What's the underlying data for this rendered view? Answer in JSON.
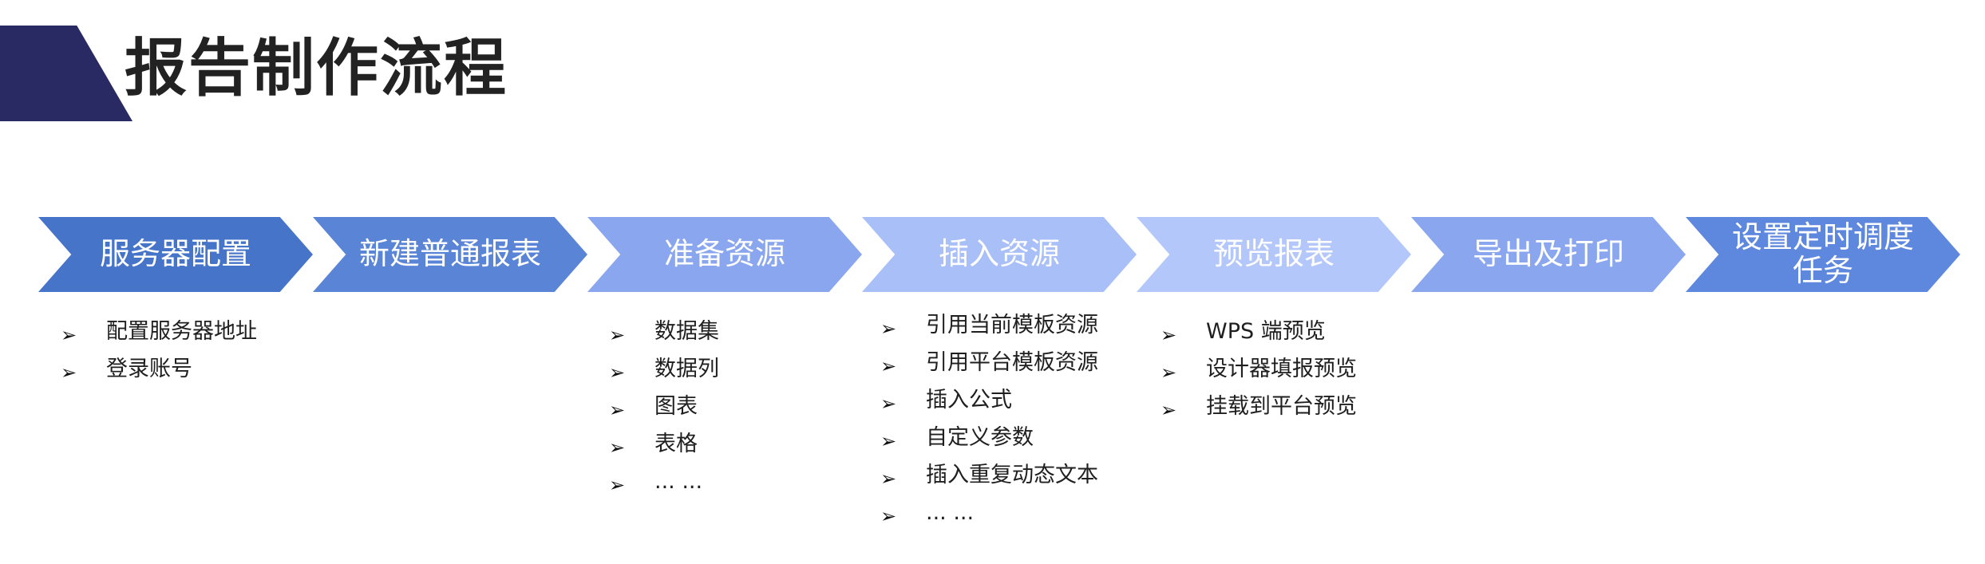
{
  "header": {
    "title": "报告制作流程"
  },
  "colors": {
    "title_block": "#292963",
    "step_1": "#4674c8",
    "step_2": "#5a84d6",
    "step_3": "#89a6ee",
    "step_4": "#a9bff8",
    "step_5": "#b3c7fb",
    "step_6": "#8aa6ee",
    "step_7": "#5e88de"
  },
  "steps": [
    {
      "label": "服务器配置",
      "items": [
        "配置服务器地址",
        "登录账号"
      ]
    },
    {
      "label": "新建普通报表",
      "items": []
    },
    {
      "label": "准备资源",
      "items": [
        "数据集",
        "数据列",
        "图表",
        "表格",
        "... ..."
      ]
    },
    {
      "label": "插入资源",
      "items": [
        "引用当前模板资源",
        "引用平台模板资源",
        "插入公式",
        "自定义参数",
        "插入重复动态文本",
        "... ..."
      ]
    },
    {
      "label": "预览报表",
      "items": [
        "WPS 端预览",
        "设计器填报预览",
        "挂载到平台预览"
      ]
    },
    {
      "label": "导出及打印",
      "items": []
    },
    {
      "label": "设置定时调度任务",
      "items": []
    }
  ]
}
